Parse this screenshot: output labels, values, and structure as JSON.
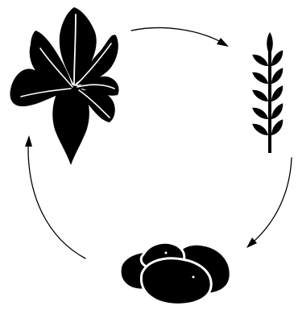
{
  "diagram": {
    "type": "crop-rotation-cycle",
    "stages": [
      {
        "id": "beet",
        "icon": "sugar-beet-icon"
      },
      {
        "id": "wheat",
        "icon": "wheat-ear-icon"
      },
      {
        "id": "potato",
        "icon": "potatoes-icon"
      }
    ],
    "flow": [
      {
        "from": "beet",
        "to": "wheat"
      },
      {
        "from": "wheat",
        "to": "potato"
      },
      {
        "from": "potato",
        "to": "beet"
      }
    ],
    "colors": {
      "ink": "#000000",
      "background": "#ffffff"
    }
  }
}
